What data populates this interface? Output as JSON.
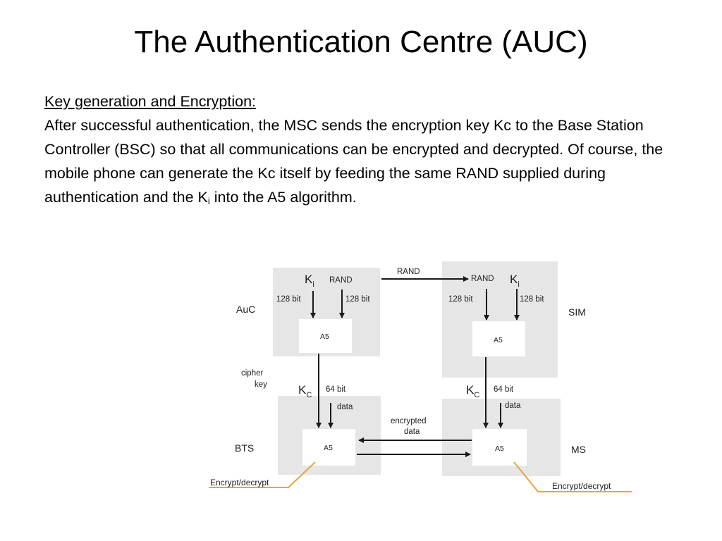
{
  "slide": {
    "title": "The Authentication Centre (AUC)",
    "heading": "Key generation and Encryption:",
    "paragraph_part1": "After successful authentication, the MSC sends the encryption key Kc to the Base Station Controller (BSC) so that all communications can be encrypted and decrypted. Of course, the mobile phone can generate the Kc itself by feeding the same RAND supplied during authentication and the K",
    "paragraph_sub": "i",
    "paragraph_part2": " into the A5 algorithm."
  },
  "diagram": {
    "auc": "AuC",
    "sim": "SIM",
    "bts": "BTS",
    "ms": "MS",
    "k_main": "K",
    "k_sub_i": "i",
    "k_sub_c": "C",
    "rand": "RAND",
    "bits_128": "128 bit",
    "bits_64": "64 bit",
    "data": "data",
    "a5": "A5",
    "cipher_key_line1": "cipher",
    "cipher_key_line2": "key",
    "encrypted_line1": "encrypted",
    "encrypted_line2": "data",
    "encrypt_decrypt": "Encrypt/decrypt"
  },
  "colors": {
    "panel": "#e6e6e6",
    "box": "#ffffff",
    "arrow": "#1a1a1a",
    "callout": "#e6a640"
  }
}
